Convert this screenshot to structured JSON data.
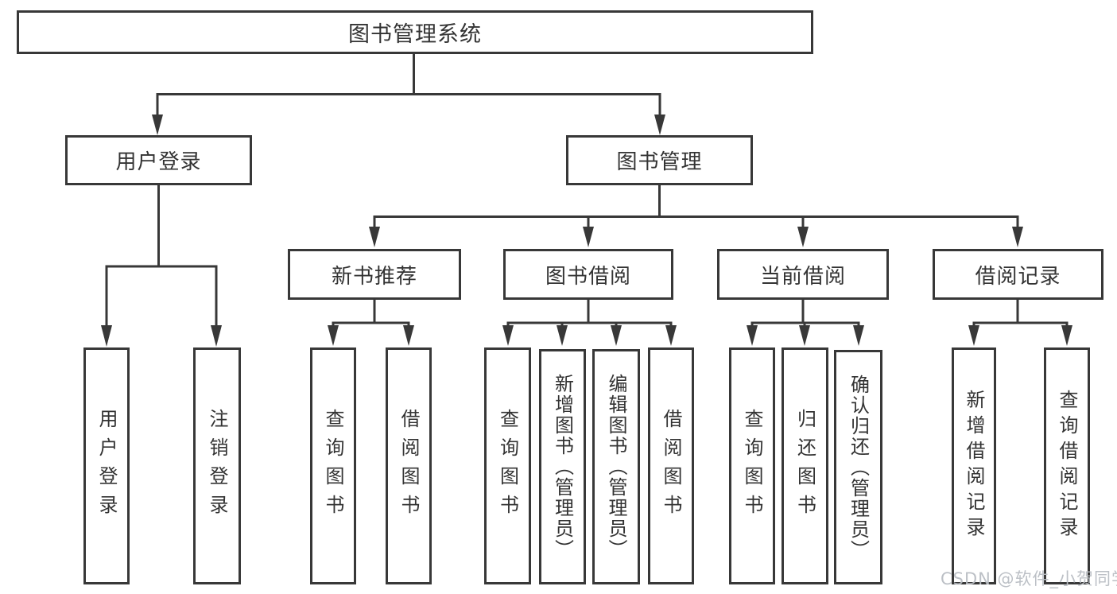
{
  "tree": {
    "root": {
      "label": "图书管理系统"
    },
    "branches": [
      {
        "label": "用户登录",
        "children": [
          {
            "label": "用户登录"
          },
          {
            "label": "注销登录"
          }
        ]
      },
      {
        "label": "图书管理",
        "children": [
          {
            "label": "新书推荐",
            "children": [
              {
                "label": "查询图书"
              },
              {
                "label": "借阅图书"
              }
            ]
          },
          {
            "label": "图书借阅",
            "children": [
              {
                "label": "查询图书"
              },
              {
                "label": "新增图书（管理员）"
              },
              {
                "label": "编辑图书（管理员）"
              },
              {
                "label": "借阅图书"
              }
            ]
          },
          {
            "label": "当前借阅",
            "children": [
              {
                "label": "查询图书"
              },
              {
                "label": "归还图书"
              },
              {
                "label": "确认归还（管理员）"
              }
            ]
          },
          {
            "label": "借阅记录",
            "children": [
              {
                "label": "新增借阅记录"
              },
              {
                "label": "查询借阅记录"
              }
            ]
          }
        ]
      }
    ]
  },
  "watermark": "CSDN @软件_小贺同学",
  "colors": {
    "line": "#383838",
    "box_border": "#383838",
    "text": "#333333",
    "watermark": "#b9bdc3",
    "background": "#ffffff"
  }
}
